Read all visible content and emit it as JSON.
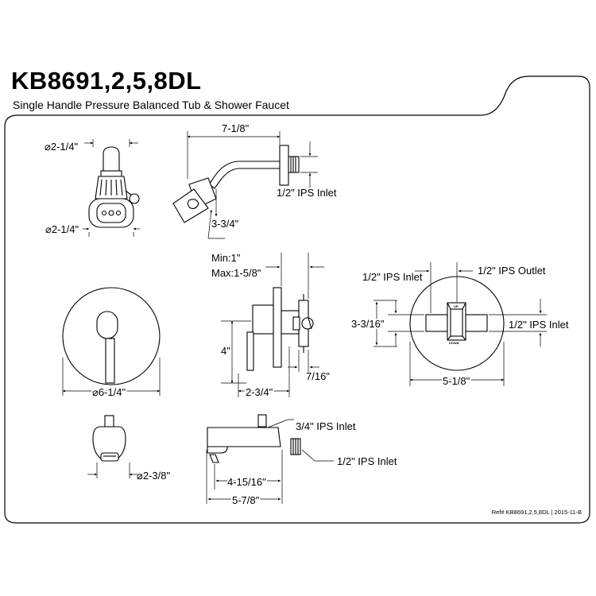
{
  "header": {
    "model": "KB8691,2,5,8DL",
    "description": "Single Handle Pressure Balanced Tub & Shower Faucet"
  },
  "showerhead": {
    "dim_top": "⌀2-1/4\"",
    "dim_bottom": "⌀2-1/4\""
  },
  "shower_arm": {
    "length": "7-1/8\"",
    "inlet": "1/2\" IPS Inlet",
    "drop": "3-3/4\""
  },
  "valve_side": {
    "depth_min": "Min:1\"",
    "depth_max": "Max:1-5/8\"",
    "height": "4\"",
    "inlet_offset": "7/16\"",
    "projection": "2-3/4\""
  },
  "valve_front": {
    "diameter": "⌀6-1/4\""
  },
  "valve_body": {
    "inlet_left": "1/2\" IPS Inlet",
    "outlet": "1/2\" IPS Outlet",
    "inlet_right": "1/2\" IPS Inlet",
    "height": "3-3/16\"",
    "width": "5-1/8\"",
    "label_up": "UP",
    "label_down": "DOWN"
  },
  "spout_front": {
    "diameter": "⌀2-3/8\""
  },
  "spout": {
    "inlet_top": "3/4\" IPS Inlet",
    "inlet_bottom": "1/2\" IPS Inlet",
    "reach": "4-15/16\"",
    "length": "5-7/8\""
  },
  "footer": {
    "ref": "Ref# KB8691,2,5,8DL | 2015-11-B"
  }
}
